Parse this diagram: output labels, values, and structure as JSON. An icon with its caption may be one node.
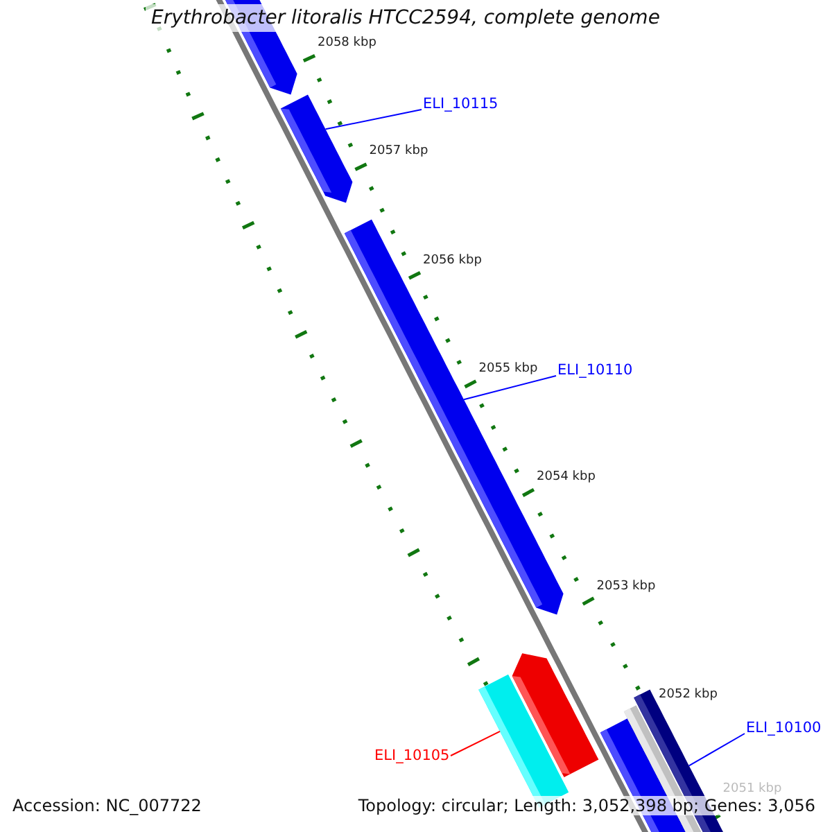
{
  "diagram": {
    "title": "Erythrobacter litoralis HTCC2594, complete genome",
    "nodes": [
      {
        "text": [
          "ELI_10115"
        ]
      },
      {
        "text": [
          "ELI_10110"
        ]
      },
      {
        "text": [
          "ELI_10105"
        ]
      },
      {
        "text": [
          "ELI_10100"
        ]
      },
      {
        "text": [],
        "shape": "bar"
      },
      {
        "text": [],
        "shape": "bar"
      },
      {
        "text": [],
        "shape": "bar"
      },
      {
        "text": [],
        "shape": "bar"
      }
    ],
    "edges": [
      {
        "from": 0,
        "to": 4,
        "arrow": "none"
      },
      {
        "from": 1,
        "to": 5,
        "arrow": "none"
      },
      {
        "from": 2,
        "to": 6,
        "arrow": "none",
        "color": "#ff0000"
      },
      {
        "from": 3,
        "to": 7,
        "arrow": "none"
      }
    ],
    "labels": [
      "2058 kbp",
      "2057 kbp",
      "2056 kbp",
      "2055 kbp",
      "2054 kbp",
      "2053 kbp",
      "2052 kbp",
      "2051 kbp",
      "Accession: NC_007722",
      "Topology: circular; Length: 3,052,398 bp; Genes: 3,056"
    ]
  }
}
